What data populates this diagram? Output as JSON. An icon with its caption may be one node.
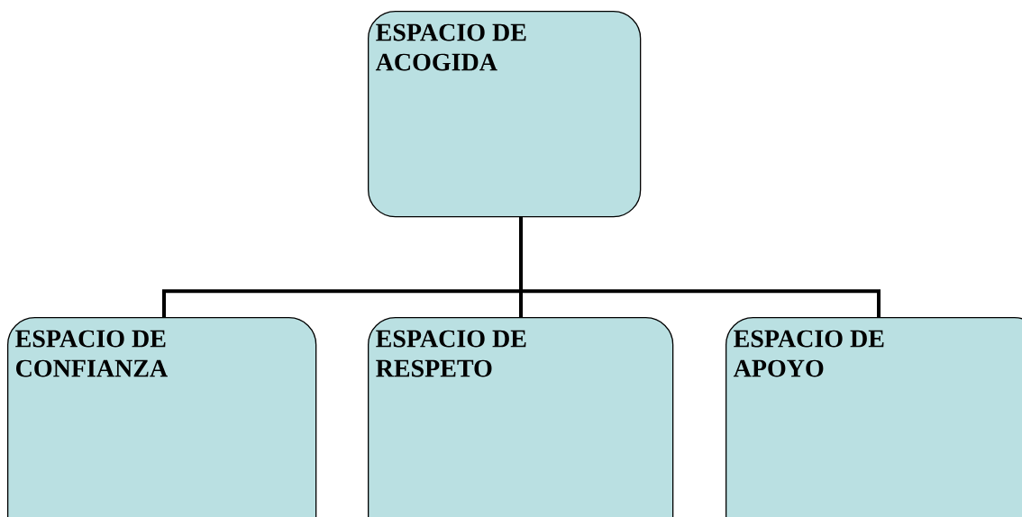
{
  "diagram": {
    "nodes": [
      {
        "text": [
          "ESPACIO DE ACOGIDA"
        ]
      },
      {
        "text": [
          "ESPACIO DE CONFIANZA"
        ]
      },
      {
        "text": [
          "ESPACIO DE RESPETO"
        ]
      },
      {
        "text": [
          "ESPACIO DE APOYO"
        ]
      }
    ],
    "edges": [
      {
        "from": 0,
        "to": 1,
        "arrow": "none"
      },
      {
        "from": 0,
        "to": 2,
        "arrow": "none"
      },
      {
        "from": 0,
        "to": 3,
        "arrow": "none"
      }
    ]
  }
}
